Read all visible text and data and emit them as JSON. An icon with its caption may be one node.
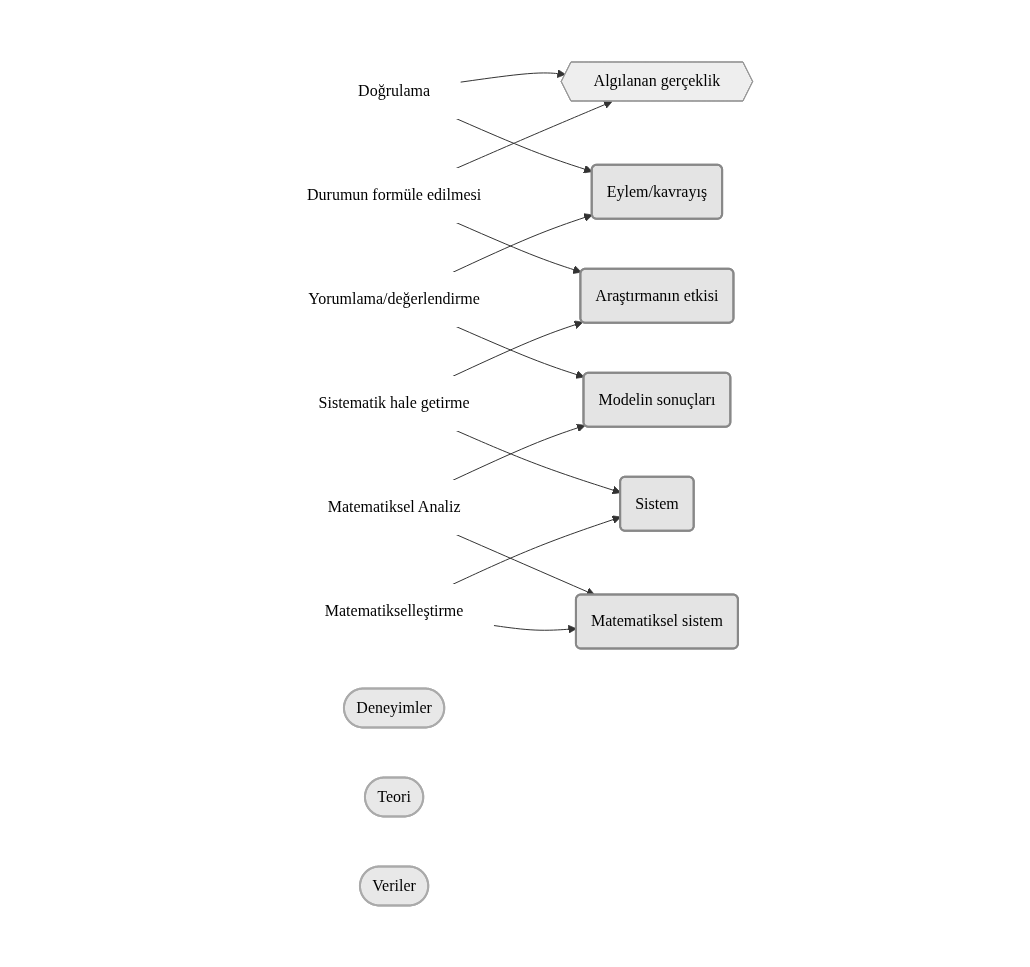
{
  "diagram": {
    "nodes": [
      {
        "text": [
          "Algılanan gerçeklik"
        ]
      },
      {
        "text": [
          "Doğrulama"
        ]
      },
      {
        "text": [
          "Durumun formüle edilmesi"
        ]
      },
      {
        "text": [
          "Eylem/kavrayış"
        ]
      },
      {
        "text": [
          "Deneyimler"
        ]
      },
      {
        "text": [
          "Araştırmanın etkisi"
        ]
      },
      {
        "text": [
          "Yorumlama/değerlendirme"
        ]
      },
      {
        "text": [
          "Teori"
        ]
      },
      {
        "text": [
          "Sistematik hale getirme"
        ]
      },
      {
        "text": [
          "Modelin sonuçları"
        ]
      },
      {
        "text": [
          "Sistem"
        ]
      },
      {
        "text": [
          "Veriler"
        ]
      },
      {
        "text": [
          "Matematiksel Analiz"
        ]
      },
      {
        "text": [
          "Matematikselleştirme"
        ]
      },
      {
        "text": [
          "Matematiksel sistem"
        ]
      }
    ],
    "edges": [
      {
        "from": 1,
        "to": 0,
        "arrow": "to"
      },
      {
        "from": 1,
        "to": 3,
        "arrow": "to"
      },
      {
        "from": 2,
        "to": 0,
        "arrow": "to"
      },
      {
        "from": 2,
        "to": 5,
        "arrow": "to"
      },
      {
        "from": 6,
        "to": 3,
        "arrow": "to"
      },
      {
        "from": 6,
        "to": 9,
        "arrow": "to"
      },
      {
        "from": 8,
        "to": 5,
        "arrow": "to"
      },
      {
        "from": 8,
        "to": 10,
        "arrow": "to"
      },
      {
        "from": 12,
        "to": 9,
        "arrow": "to"
      },
      {
        "from": 12,
        "to": 14,
        "arrow": "to"
      },
      {
        "from": 13,
        "to": 10,
        "arrow": "to"
      },
      {
        "from": 13,
        "to": 14,
        "arrow": "to"
      }
    ]
  }
}
